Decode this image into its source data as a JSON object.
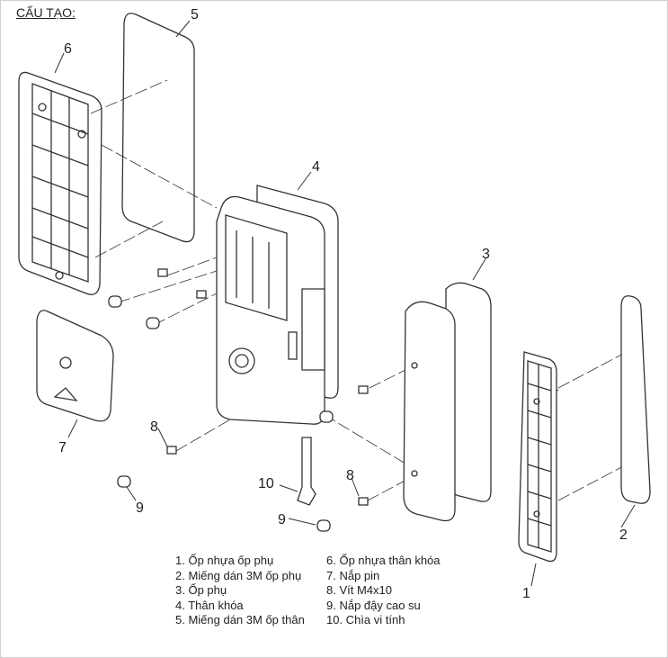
{
  "title": "CẤU TẠO:",
  "callouts": {
    "c1": "1",
    "c2": "2",
    "c3": "3",
    "c4": "4",
    "c5": "5",
    "c6": "6",
    "c7": "7",
    "c8a": "8",
    "c8b": "8",
    "c9a": "9",
    "c9b": "9",
    "c10": "10"
  },
  "legend_left": [
    "1. Ốp nhựa ốp phụ",
    "2. Miếng dán 3M ốp phụ",
    "3. Ốp phụ",
    "4. Thân khóa",
    "5. Miếng dán 3M ốp thân"
  ],
  "legend_right": [
    "6. Ốp nhựa thân khóa",
    "7. Nắp pin",
    "8. Vít M4x10",
    "9. Nắp đậy cao su",
    "10. Chìa vi tính"
  ]
}
